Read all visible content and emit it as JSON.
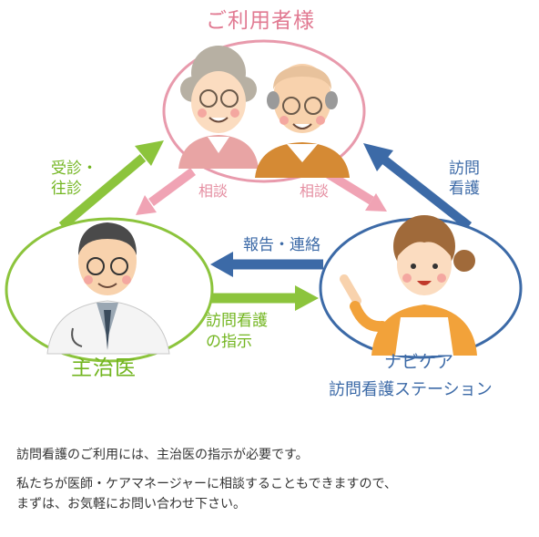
{
  "nodes": {
    "users": {
      "label": "ご利用者様"
    },
    "doctor": {
      "label": "主治医"
    },
    "station": {
      "label": "ナビケア",
      "sublabel": "訪問看護ステーション"
    }
  },
  "edges": {
    "consult_left": "相談",
    "consult_right": "相談",
    "visit_consult": [
      "受診・",
      "往診"
    ],
    "home_nursing": [
      "訪問",
      "看護"
    ],
    "report": "報告・連絡",
    "nursing_order": [
      "訪問看護",
      "の指示"
    ]
  },
  "footer": {
    "line1": "訪問看護のご利用には、主治医の指示が必要です。",
    "line2": "私たちが医師・ケアマネージャーに相談することもできますので、",
    "line3": "まずは、お気軽にお問い合わせ下さい。"
  },
  "colors": {
    "users": "#e89aac",
    "doctor": "#8cc43c",
    "station": "#3c6aa7",
    "pink_arrow": "#f0a3b4",
    "green_arrow": "#8cc43c",
    "blue_arrow": "#3c6aa7"
  }
}
